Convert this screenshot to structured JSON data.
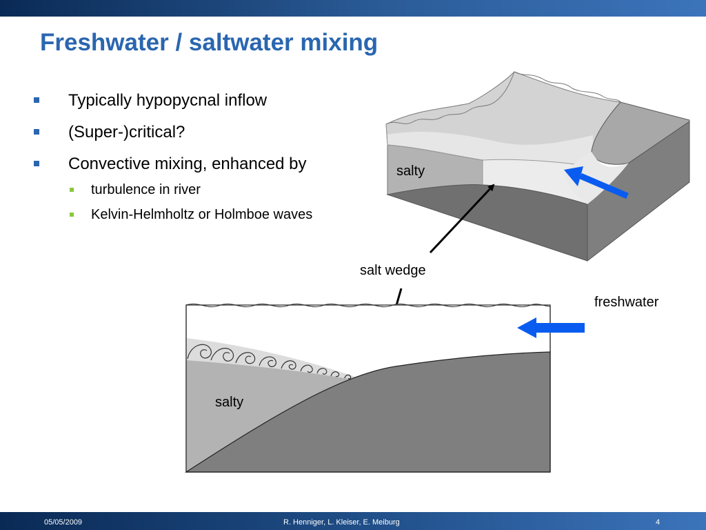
{
  "slide": {
    "title": "Freshwater / saltwater mixing",
    "bullets": [
      {
        "text": "Typically hypopycnal inflow"
      },
      {
        "text": "(Super-)critical?"
      },
      {
        "text": "Convective mixing, enhanced by",
        "sub": [
          "turbulence in river",
          "Kelvin-Helmholtz or Holmboe waves"
        ]
      }
    ]
  },
  "diagram": {
    "labels": {
      "salty_top": "salty",
      "salt_wedge": "salt wedge",
      "freshwater": "freshwater",
      "salty_bottom": "salty"
    },
    "colors": {
      "arrow": "#0a5cf0",
      "fresh_layer": "#ffffff",
      "mixing_layer": "#dcdcdc",
      "salty_layer": "#b3b3b3",
      "bottom": "#7f7f7f"
    }
  },
  "footer": {
    "date": "05/05/2009",
    "authors": "R. Henniger, L. Kleiser, E. Meiburg",
    "page": "4"
  }
}
